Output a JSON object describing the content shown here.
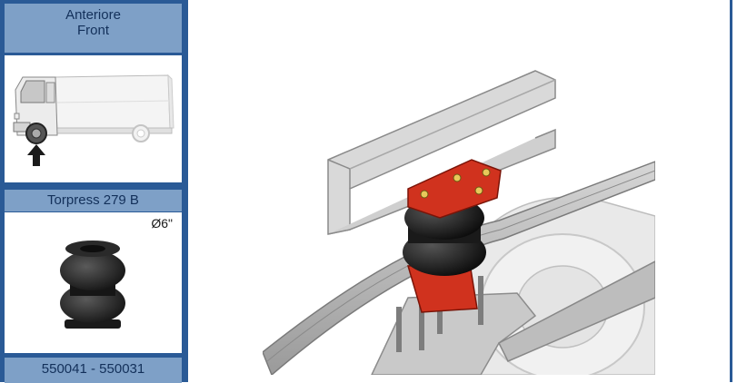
{
  "position": {
    "label_it": "Anteriore",
    "label_en": "Front"
  },
  "product": {
    "name": "Torpress 279 B",
    "diameter": "Ø6\"",
    "codes": "550041 - 550031"
  },
  "colors": {
    "frame_blue": "#2a5a96",
    "header_blue": "#7ea0c7",
    "header_text": "#13305a",
    "accent_red": "#d0321e"
  }
}
